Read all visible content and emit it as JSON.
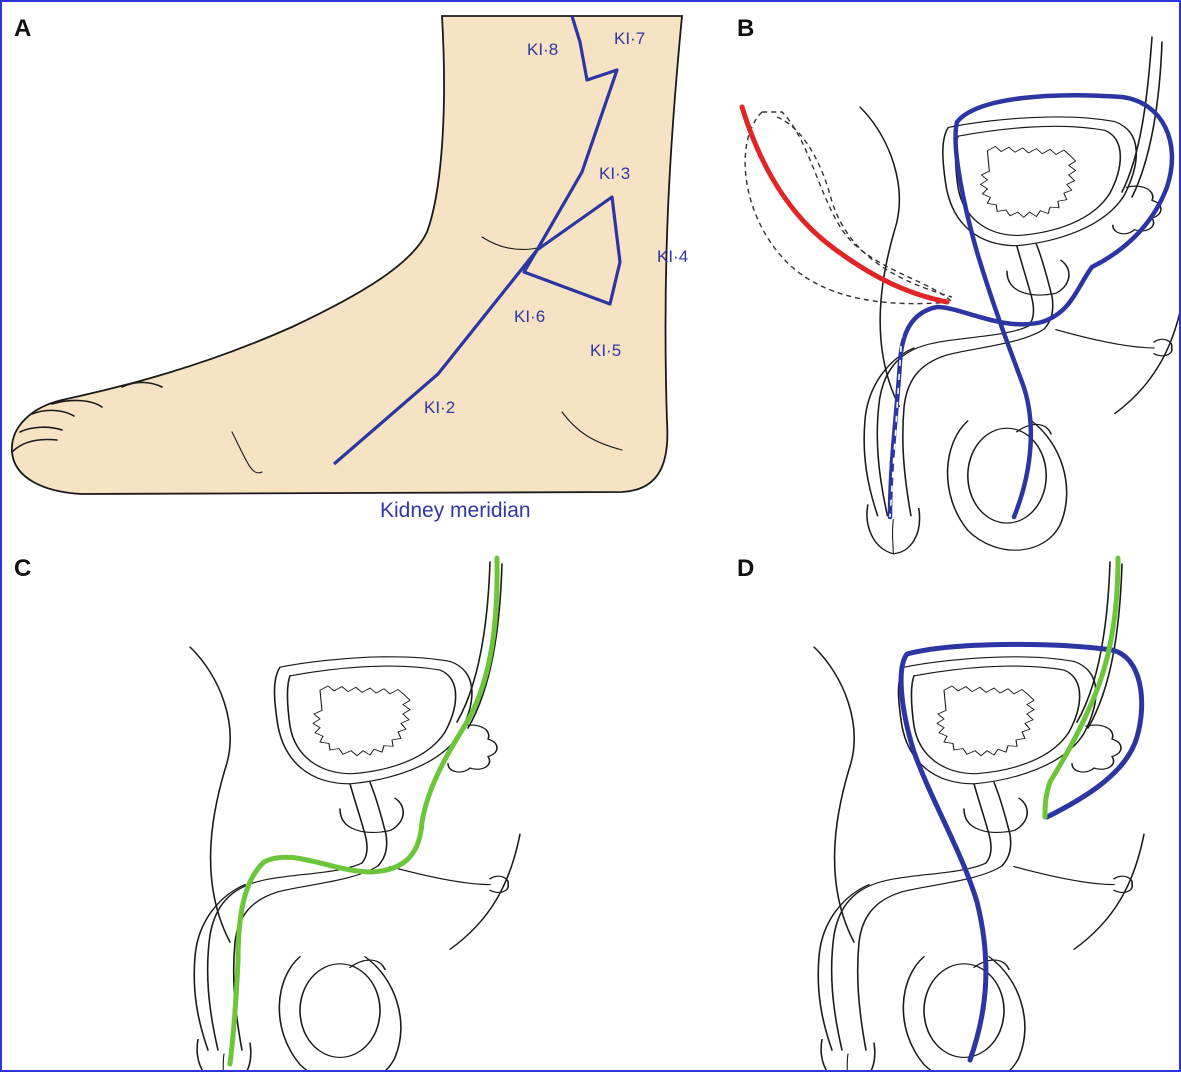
{
  "panels": {
    "a": {
      "letter": "A"
    },
    "b": {
      "letter": "B"
    },
    "c": {
      "letter": "C"
    },
    "d": {
      "letter": "D"
    }
  },
  "foot": {
    "caption": "Kidney meridian",
    "points": {
      "ki8": "KI·8",
      "ki7": "KI·7",
      "ki3": "KI·3",
      "ki4": "KI·4",
      "ki6": "KI·6",
      "ki5": "KI·5",
      "ki2": "KI·2"
    }
  },
  "colors": {
    "meridian_blue": "#2b36a3",
    "text_blue": "#3136a8",
    "red": "#e02525",
    "green": "#6cc63a",
    "skin": "#f5e3c3",
    "border": "#2a34d8"
  }
}
